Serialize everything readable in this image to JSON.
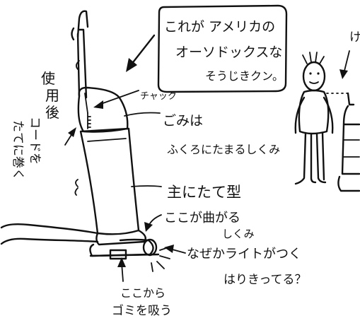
{
  "speech_bubble": {
    "line1": "これが アメリカの",
    "line2": "オーソドックスな",
    "line3": "そうじきクン。"
  },
  "labels": {
    "chuck": "チャック",
    "after_use_1": "使",
    "after_use_2": "用",
    "after_use_3": "後",
    "cord_1": "コードを",
    "cord_2": "たてに巻く",
    "bag_1": "ごみは",
    "bag_2": "ふくろにたまるしくみ",
    "upright": "主にたて型",
    "bend_1": "ここが曲がる",
    "bend_2": "しくみ",
    "light_1": "なぜかライトがつく",
    "light_2": "はりきってる？",
    "suction_1": "ここから",
    "suction_2": "ゴミを吸う",
    "right_top": "け"
  }
}
